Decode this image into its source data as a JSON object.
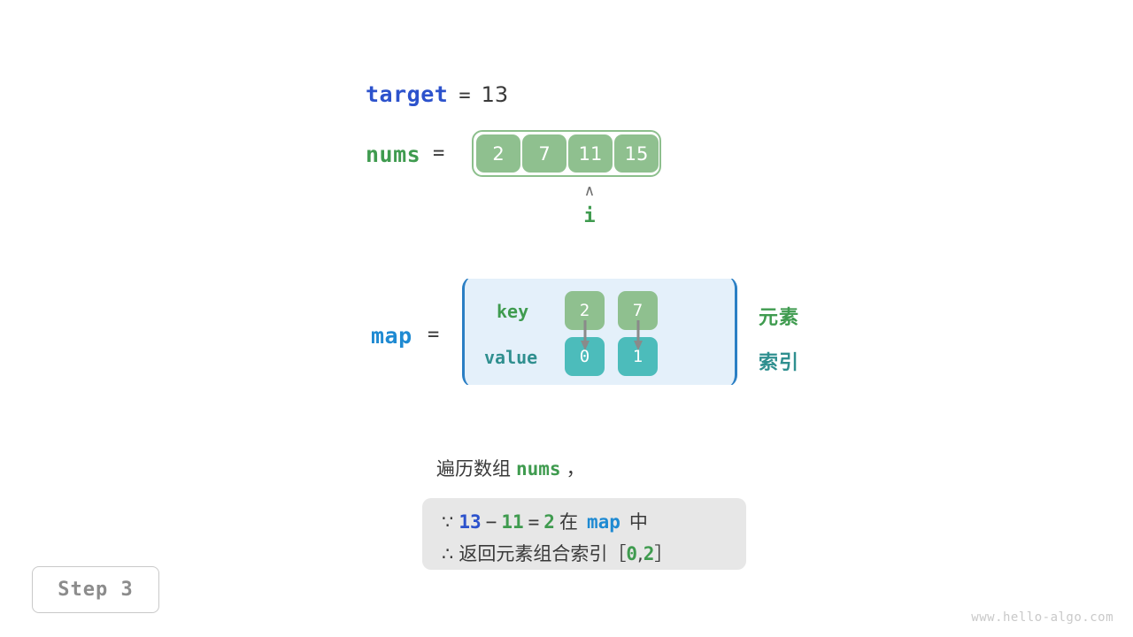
{
  "target": {
    "name": "target",
    "eq": "=",
    "value": "13"
  },
  "nums": {
    "name": "nums",
    "eq": "=",
    "cells": [
      "2",
      "7",
      "11",
      "15"
    ],
    "pointer": {
      "caret": "∧",
      "label": "i",
      "index": 2
    }
  },
  "map": {
    "name": "map",
    "eq": "=",
    "key_label": "key",
    "value_label": "value",
    "entries": [
      {
        "key": "2",
        "value": "0"
      },
      {
        "key": "7",
        "value": "1"
      }
    ],
    "side_labels": {
      "element": "元素",
      "index": "索引"
    }
  },
  "caption": {
    "prefix": "遍历数组",
    "code": "nums",
    "suffix": "，"
  },
  "note": {
    "line1": {
      "symbol": "∵",
      "a": "13",
      "minus": "−",
      "b": "11",
      "equals": "=",
      "c": "2",
      "mid": "在",
      "map": "map",
      "tail": "中"
    },
    "line2": {
      "symbol": "∴",
      "text": "返回元素组合索引",
      "bracket_open": "［",
      "i0": "0",
      "comma": ",",
      "i1": "2",
      "bracket_close": "］"
    }
  },
  "step_badge": "Step 3",
  "watermark": "www.hello-algo.com",
  "colors": {
    "blue_var": "#2c52cc",
    "blue_map": "#1f8ad2",
    "green": "#3f9b4f",
    "green_cell": "#8fc08f",
    "teal": "#2f8f8f",
    "teal_cell": "#4cbcbb",
    "map_bg": "#e4f0fa",
    "map_border": "#2b7fc4",
    "note_bg": "#e7e7e7",
    "text": "#3a3a3a",
    "muted": "#8c8c8c"
  }
}
